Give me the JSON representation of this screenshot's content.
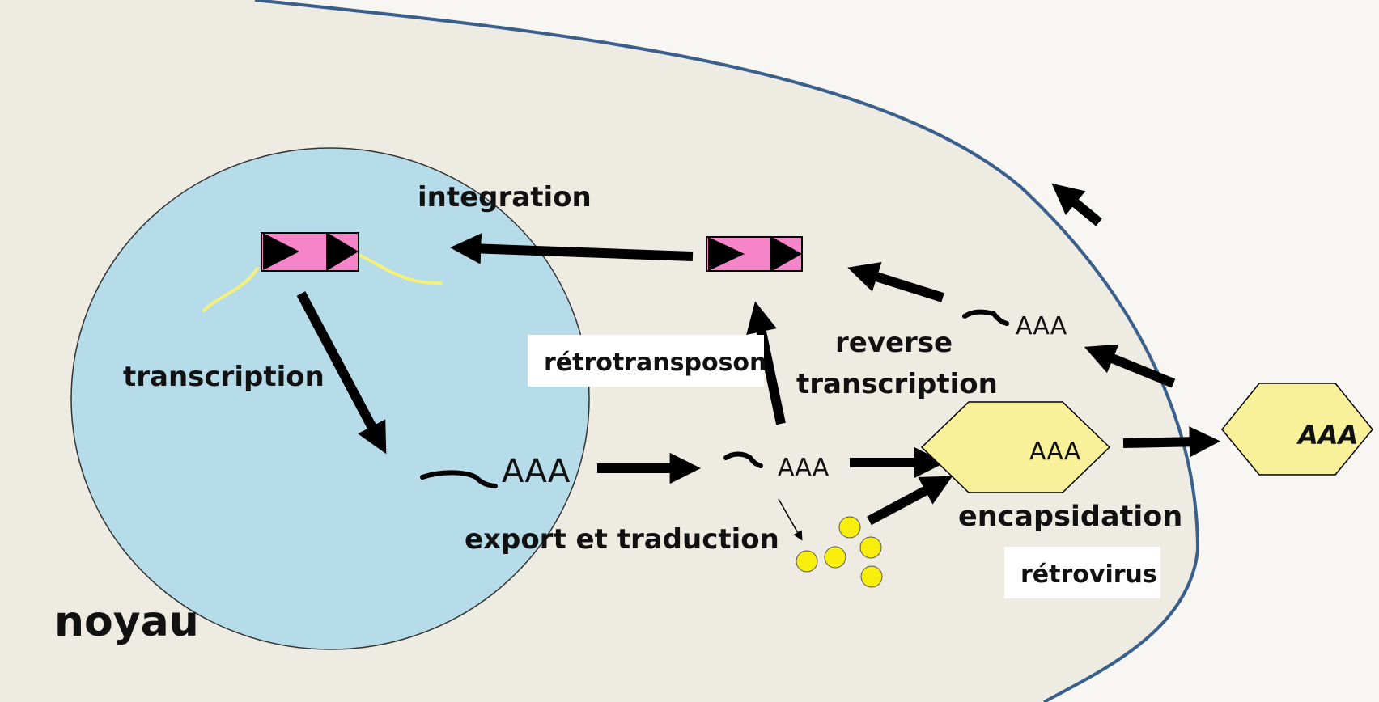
{
  "labels": {
    "integration": "integration",
    "transcription": "transcription",
    "retrotransposon": "rétrotransposon",
    "reverse_line1": "reverse",
    "reverse_line2": "transcription",
    "export": "export et traduction",
    "encapsidation": "encapsidation",
    "retrovirus": "rétrovirus",
    "noyau": "noyau"
  },
  "polyA": {
    "nucleus": "AAA",
    "cytoplasm": "AAA",
    "reverse": "AAA",
    "capsid": "AAA",
    "released": "AAA"
  },
  "colors": {
    "background": "#f7f6f2",
    "cell": "#eeebe2",
    "membrane": "#3a5f8a",
    "nucleus": "#b5dce8",
    "dna": "#f5f07a",
    "ltr": "#f684c8",
    "capsid": "#f8f19a",
    "protein": "#f8ee0e"
  }
}
